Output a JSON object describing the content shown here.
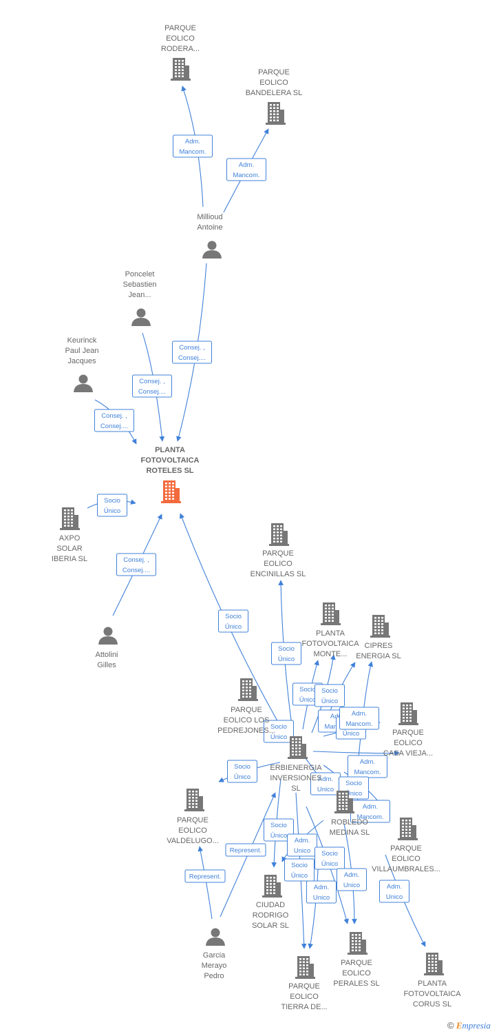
{
  "colors": {
    "edge": "#3f80d9",
    "node": "#777777",
    "focus": "#f26a3d"
  },
  "nodes": [
    {
      "id": "rodera",
      "type": "company",
      "label": [
        "PARQUE",
        "EOLICO",
        "RODERA..."
      ]
    },
    {
      "id": "bandelera",
      "type": "company",
      "label": [
        "PARQUE",
        "EOLICO",
        "BANDELERA SL"
      ]
    },
    {
      "id": "millioud",
      "type": "person",
      "label": [
        "Millioud",
        "Antoine"
      ]
    },
    {
      "id": "poncelet",
      "type": "person",
      "label": [
        "Poncelet",
        "Sebastien",
        "Jean..."
      ]
    },
    {
      "id": "keurinck",
      "type": "person",
      "label": [
        "Keurinck",
        "Paul Jean",
        "Jacques"
      ]
    },
    {
      "id": "roteles",
      "type": "company",
      "focus": true,
      "label": [
        "PLANTA",
        "FOTOVOLTAICA",
        "ROTELES  SL"
      ]
    },
    {
      "id": "axpo",
      "type": "company",
      "label": [
        "AXPO",
        "SOLAR",
        "IBERIA  SL"
      ]
    },
    {
      "id": "attolini",
      "type": "person",
      "label": [
        "Attolini",
        "Gilles"
      ]
    },
    {
      "id": "encinillas",
      "type": "company",
      "label": [
        "PARQUE",
        "EOLICO",
        "ENCINILLAS SL"
      ]
    },
    {
      "id": "monte",
      "type": "company",
      "label": [
        "PLANTA",
        "FOTOVOLTAICA",
        "MONTE..."
      ]
    },
    {
      "id": "cipres",
      "type": "company",
      "label": [
        "CIPRES",
        "ENERGIA  SL"
      ]
    },
    {
      "id": "pedrejones",
      "type": "company",
      "label": [
        "PARQUE",
        "EOLICO LOS",
        "PEDREJONES..."
      ]
    },
    {
      "id": "casavieja",
      "type": "company",
      "label": [
        "PARQUE",
        "EOLICO",
        "CASA VIEJA..."
      ]
    },
    {
      "id": "erbienergia",
      "type": "company",
      "label": [
        "ERBIENERGIA",
        "INVERSIONES",
        "SL"
      ]
    },
    {
      "id": "robledo",
      "type": "company",
      "label": [
        "ROBLEDO",
        "MEDINA SL"
      ]
    },
    {
      "id": "valdelugo",
      "type": "company",
      "label": [
        "PARQUE",
        "EOLICO",
        "VALDELUGO..."
      ]
    },
    {
      "id": "villaumbrales",
      "type": "company",
      "label": [
        "PARQUE",
        "EOLICO",
        "VILLAUMBRALES..."
      ]
    },
    {
      "id": "ciudadrodrigo",
      "type": "company",
      "label": [
        "CIUDAD",
        "RODRIGO",
        "SOLAR  SL"
      ]
    },
    {
      "id": "garcia",
      "type": "person",
      "label": [
        "Garcia",
        "Merayo",
        "Pedro"
      ]
    },
    {
      "id": "perales",
      "type": "company",
      "label": [
        "PARQUE",
        "EOLICO",
        "PERALES  SL"
      ]
    },
    {
      "id": "corus",
      "type": "company",
      "label": [
        "PLANTA",
        "FOTOVOLTAICA",
        "CORUS  SL"
      ]
    },
    {
      "id": "tierra",
      "type": "company",
      "label": [
        "PARQUE",
        "EOLICO",
        "TIERRA DE..."
      ]
    }
  ],
  "edges": [
    {
      "from": "millioud",
      "to": "rodera",
      "label": [
        "Adm.",
        "Mancom."
      ]
    },
    {
      "from": "millioud",
      "to": "bandelera",
      "label": [
        "Adm.",
        "Mancom."
      ]
    },
    {
      "from": "millioud",
      "to": "roteles",
      "label": [
        "Consej. ,",
        "Consej...."
      ]
    },
    {
      "from": "poncelet",
      "to": "roteles",
      "label": [
        "Consej. ,",
        "Consej...."
      ]
    },
    {
      "from": "keurinck",
      "to": "roteles",
      "label": [
        "Consej. ,",
        "Consej...."
      ]
    },
    {
      "from": "axpo",
      "to": "roteles",
      "label": [
        "Socio",
        "Único"
      ]
    },
    {
      "from": "attolini",
      "to": "roteles",
      "label": [
        "Consej. ,",
        "Consej...."
      ]
    },
    {
      "from": "erbienergia",
      "to": "roteles",
      "label": [
        "Socio",
        "Único"
      ]
    },
    {
      "from": "erbienergia",
      "to": "encinillas",
      "label": [
        "Socio",
        "Único"
      ]
    },
    {
      "from": "erbienergia",
      "to": "monte",
      "label": [
        "Socio",
        "Único"
      ]
    },
    {
      "from": "erbienergia",
      "to": "cipres",
      "label": [
        "Socio",
        "Único"
      ]
    },
    {
      "from": "erbienergia",
      "to": "monte",
      "label": [
        "Adm.",
        "Mancom."
      ]
    },
    {
      "from": "erbienergia",
      "to": "casavieja",
      "label": [
        "Socio",
        "Único"
      ]
    },
    {
      "from": "erbienergia",
      "to": "pedrejones",
      "label": [
        "Socio",
        "Único"
      ]
    },
    {
      "from": "erbienergia",
      "to": "pedrejones",
      "label": [
        "Socio",
        "Único"
      ]
    },
    {
      "from": "erbienergia",
      "to": "casavieja",
      "label": [
        "Adm.",
        "Mancom."
      ]
    },
    {
      "from": "erbienergia",
      "to": "cipres",
      "label": [
        "Adm.",
        "Mancom."
      ]
    },
    {
      "from": "erbienergia",
      "to": "robledo",
      "label": [
        "Adm.",
        "Unico"
      ]
    },
    {
      "from": "erbienergia",
      "to": "robledo",
      "label": [
        "Socio",
        "Único"
      ]
    },
    {
      "from": "erbienergia",
      "to": "villaumbrales",
      "label": [
        "Adm.",
        "Mancom."
      ]
    },
    {
      "from": "erbienergia",
      "to": "ciudadrodrigo",
      "label": [
        "Socio",
        "Único"
      ]
    },
    {
      "from": "erbienergia",
      "to": "ciudadrodrigo",
      "label": [
        "Adm.",
        "Unico"
      ]
    },
    {
      "from": "erbienergia",
      "to": "perales",
      "label": [
        "Socio",
        "Único"
      ]
    },
    {
      "from": "erbienergia",
      "to": "tierra",
      "label": [
        "Socio",
        "Único"
      ]
    },
    {
      "from": "erbienergia",
      "to": "tierra",
      "label": [
        "Adm.",
        "Unico"
      ]
    },
    {
      "from": "erbienergia",
      "to": "perales",
      "label": [
        "Adm.",
        "Unico"
      ]
    },
    {
      "from": "erbienergia",
      "to": "corus",
      "label": [
        "Adm.",
        "Unico"
      ]
    },
    {
      "from": "garcia",
      "to": "erbienergia",
      "label": [
        "Represent."
      ]
    },
    {
      "from": "garcia",
      "to": "valdelugo",
      "label": [
        "Represent."
      ]
    }
  ],
  "copyright": {
    "symbol": "©",
    "brand_initial": "E",
    "brand_rest": "mpresia"
  }
}
